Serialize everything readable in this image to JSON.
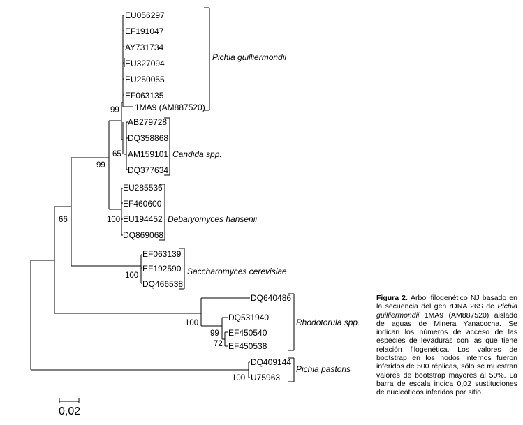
{
  "tree": {
    "clades": [
      {
        "species": "Pichia guilliermondii",
        "leaves": [
          "EU056297",
          "EF191047",
          "AY731734",
          "EU327094",
          "EU250055",
          "EF063135",
          "1MA9 (AM887520)"
        ]
      },
      {
        "species": "Candida spp.",
        "leaves": [
          "AB279728",
          "DQ358868",
          "AM159101",
          "DQ377634"
        ]
      },
      {
        "species": "Debaryomyces hansenii",
        "leaves": [
          "EU285536",
          "EF460600",
          "EU194452",
          "DQ869068"
        ]
      },
      {
        "species": "Saccharomyces cerevisiae",
        "leaves": [
          "EF063139",
          "EF192590",
          "DQ466538"
        ]
      },
      {
        "species": "Rhodotorula spp.",
        "leaves": [
          "DQ640486",
          "DQ531940",
          "EF450540",
          "EF450538"
        ]
      },
      {
        "species": "Pichia pastoris",
        "leaves": [
          "DQ409144",
          "U75963"
        ]
      }
    ],
    "bootstrap": {
      "pichia_guilliermondii": "99",
      "candida": "65",
      "pichia_candida": "99",
      "debaryomyces": "100",
      "saccharomycetaceae_group": "66",
      "saccharomyces": "100",
      "rhodotorula": "100",
      "rhodotorula_sub": "99",
      "rhodotorula_sub2": "72",
      "pichia_pastoris": "100"
    },
    "scale_bar": "0,02"
  },
  "caption": {
    "label": "Figura 2.",
    "part1": " Árbol filogenético NJ basado en la secuencia del gen rDNA 26S de ",
    "italic_species": "Pichia guilliermondii",
    "part2": " 1MA9 (AM887520) aislado de aguas de Minera Yanacocha. Se indican los números de acceso de las especies de levaduras con las que tiene relación filogenética. Los valores de bootstrap en los nodos internos fueron inferidos de 500 réplicas, sólo se muestran valores de bootstrap mayores al 50%. La barra de escala indica 0,02 sustituciones de nucleótidos inferidos por sitio."
  }
}
